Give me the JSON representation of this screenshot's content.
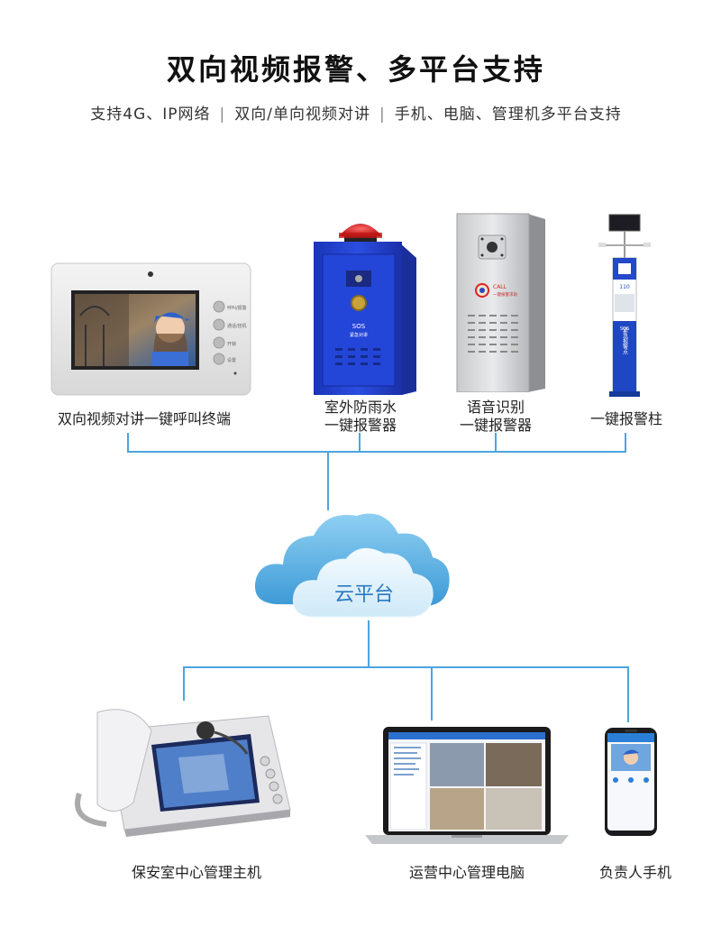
{
  "title": "双向视频报警、多平台支持",
  "subtitle": {
    "part1": "支持4G、IP网络",
    "part2": "双向/单向视频对讲",
    "part3": "手机、电脑、管理机多平台支持",
    "separator": "|"
  },
  "top_devices": [
    {
      "label": "双向视频对讲一键呼叫终端"
    },
    {
      "label_line1": "室外防雨水",
      "label_line2": "一键报警器"
    },
    {
      "label_line1": "语音识别",
      "label_line2": "一键报警器"
    },
    {
      "label": "一键报警柱"
    }
  ],
  "cloud": {
    "label": "云平台"
  },
  "bottom_devices": [
    {
      "label": "保安室中心管理主机"
    },
    {
      "label": "运营中心管理电脑"
    },
    {
      "label": "负责人手机"
    }
  ],
  "device_text": {
    "terminal_buttons": [
      "呼叫/报警",
      "通话/挂机",
      "开锁",
      "设置"
    ],
    "box_sos": "SOS",
    "box_sub": "紧急对讲",
    "panel_call": "CALL",
    "panel_sub": "一键报警求助",
    "pillar_number": "110",
    "pillar_sos": "SOS",
    "pillar_text": "紧急报警点"
  },
  "colors": {
    "connector": "#4aa6de",
    "cloud": "#bfe3f8",
    "box_blue": "#1f3fd0"
  }
}
